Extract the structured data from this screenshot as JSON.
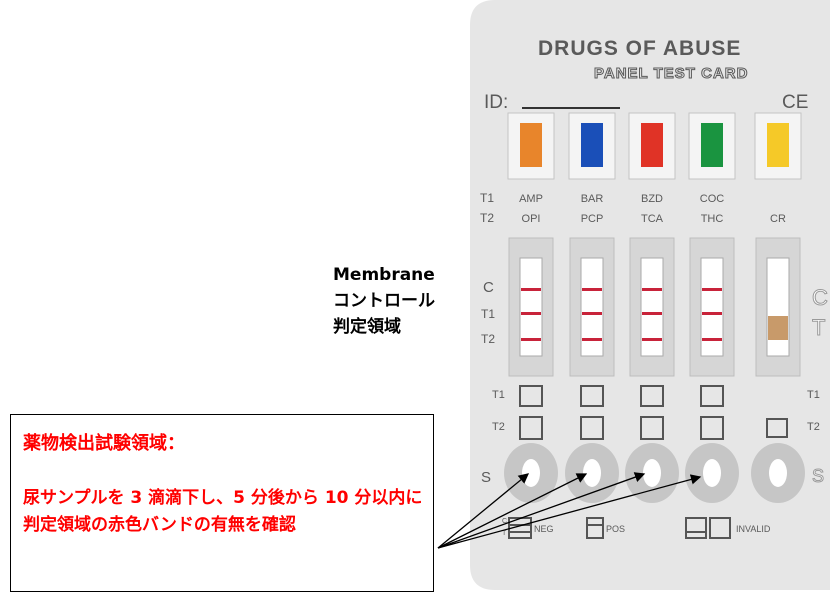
{
  "card": {
    "brand_line1": "DRUGS OF ABUSE",
    "brand_line2": "PANEL TEST CARD",
    "id_label": "ID:",
    "ce_mark": "CE",
    "row_t1_label": "T1",
    "row_t2_label": "T2",
    "strips": [
      {
        "color": "#e8852b",
        "t1": "AMP",
        "t2": "OPI"
      },
      {
        "color": "#1a4fb8",
        "t1": "BAR",
        "t2": "PCP"
      },
      {
        "color": "#e03326",
        "t1": "BZD",
        "t2": "TCA"
      },
      {
        "color": "#1a9440",
        "t1": "COC",
        "t2": "THC"
      },
      {
        "color": "#f5c928",
        "t1": "",
        "t2": "CR"
      }
    ],
    "window_labels": {
      "c": "C",
      "t1": "T1",
      "t2": "T2",
      "right_c": "C",
      "right_t": "T"
    },
    "box_labels": {
      "t1": "T1",
      "t2": "T2",
      "right_t1": "T1",
      "right_t2": "T2"
    },
    "sample_labels": {
      "left": "S",
      "right": "S"
    },
    "legend": {
      "ct_c": "C",
      "ct_t": "T",
      "neg": "NEG",
      "pos": "POS",
      "invalid": "INVALID"
    },
    "colors": {
      "card_bg": "#e6e6e6",
      "text": "#5a5a5a",
      "band_red": "#c8233a",
      "cr_pad": "#c89a6a"
    }
  },
  "annotation": {
    "line1": "Membrane",
    "line2": "コントロール",
    "line3": "判定領域"
  },
  "callout": {
    "title": "薬物検出試験領域：",
    "body": "尿サンプルを 3 滴滴下し、5 分後から 10 分以内に判定領域の赤色バンドの有無を確認"
  }
}
